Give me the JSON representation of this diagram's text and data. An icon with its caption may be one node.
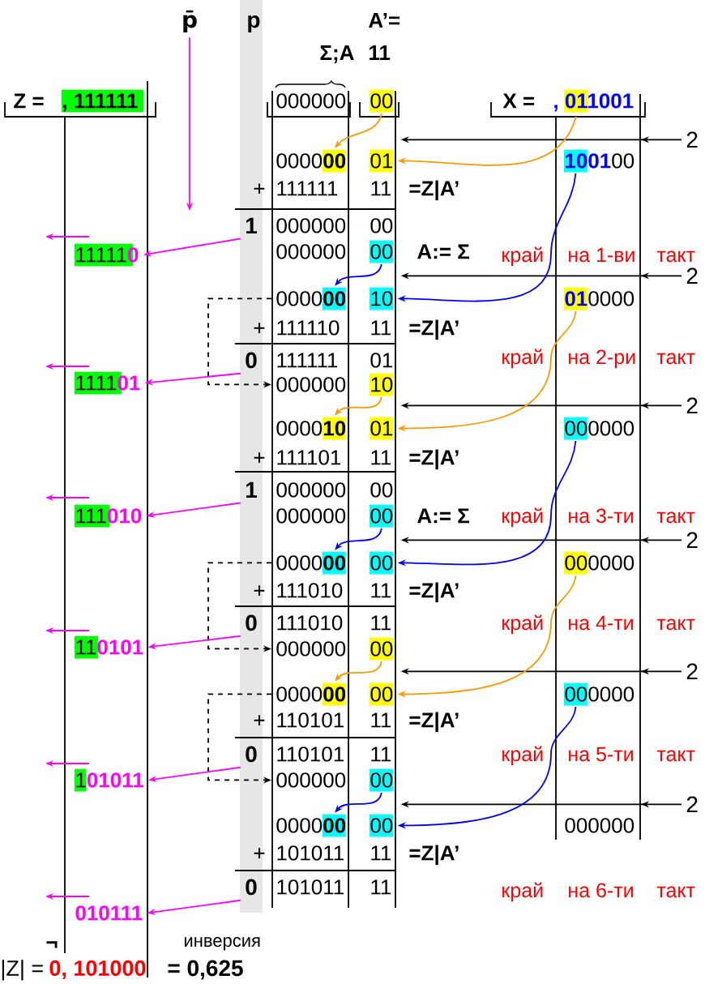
{
  "diagram": {
    "nodes": [
      {
        "text": [
          "p̄"
        ]
      },
      {
        "text": [
          "00"
        ]
      },
      {
        "text": [
          ", 011001"
        ]
      },
      {
        "text": [
          "2"
        ]
      },
      {
        "text": [
          "0000**00**"
        ]
      },
      {
        "text": [
          "01"
        ]
      },
      {
        "text": [
          "**1001**00"
        ]
      },
      {
        "text": [
          "1"
        ]
      },
      {
        "text": [
          "11111**0**"
        ]
      },
      {
        "text": [
          "00"
        ]
      },
      {
        "text": [
          "2"
        ]
      },
      {
        "text": [
          "0000**00**"
        ]
      },
      {
        "text": [
          "10"
        ]
      },
      {
        "text": [
          "**01**0000"
        ]
      },
      {
        "text": [
          "0"
        ]
      },
      {
        "text": [
          "1111**01**"
        ]
      },
      {
        "text": [
          "000000"
        ]
      },
      {
        "text": [
          "10"
        ]
      },
      {
        "text": [
          "2"
        ]
      },
      {
        "text": [
          "0000**10**"
        ]
      },
      {
        "text": [
          "01"
        ]
      },
      {
        "text": [
          "000000"
        ]
      },
      {
        "text": [
          "1"
        ]
      },
      {
        "text": [
          "111**010**"
        ]
      },
      {
        "text": [
          "00"
        ]
      },
      {
        "text": [
          "2"
        ]
      },
      {
        "text": [
          "0000**00**"
        ]
      },
      {
        "text": [
          "00"
        ]
      },
      {
        "text": [
          "000000"
        ]
      },
      {
        "text": [
          "0"
        ]
      },
      {
        "text": [
          "11**0101**"
        ]
      },
      {
        "text": [
          "000000"
        ]
      },
      {
        "text": [
          "00"
        ]
      },
      {
        "text": [
          "2"
        ]
      },
      {
        "text": [
          "0000**00**"
        ]
      },
      {
        "text": [
          "00"
        ]
      },
      {
        "text": [
          "000000"
        ]
      },
      {
        "text": [
          "0"
        ]
      },
      {
        "text": [
          "1**01011**"
        ]
      },
      {
        "text": [
          "000000"
        ]
      },
      {
        "text": [
          "00"
        ]
      },
      {
        "text": [
          "2"
        ]
      },
      {
        "text": [
          "0000**00**"
        ]
      },
      {
        "text": [
          "00"
        ]
      },
      {
        "text": [
          "0"
        ]
      },
      {
        "text": [
          "010111"
        ]
      }
    ],
    "edges": [
      {
        "from": 0,
        "to": null,
        "arrow": "to",
        "color": "#ff00ff"
      },
      {
        "from": 3,
        "to": 5,
        "arrow": "to"
      },
      {
        "from": 10,
        "to": 9,
        "arrow": "to"
      },
      {
        "from": 18,
        "to": 17,
        "arrow": "to"
      },
      {
        "from": 25,
        "to": 27,
        "arrow": "to"
      },
      {
        "from": 33,
        "to": 35,
        "arrow": "to"
      },
      {
        "from": 41,
        "to": 40,
        "arrow": "to"
      },
      {
        "from": 1,
        "to": 4,
        "arrow": "to",
        "color": "#ff9900"
      },
      {
        "from": 2,
        "to": 5,
        "arrow": "to",
        "color": "#ff9900"
      },
      {
        "from": 6,
        "to": 12,
        "arrow": "to",
        "color": "#0000ff"
      },
      {
        "from": 9,
        "to": 11,
        "arrow": "to",
        "color": "#0000ff"
      },
      {
        "from": 13,
        "to": 20,
        "arrow": "to",
        "color": "#ff9900"
      },
      {
        "from": 17,
        "to": 19,
        "arrow": "to",
        "color": "#ff9900"
      },
      {
        "from": 21,
        "to": 27,
        "arrow": "to",
        "color": "#0000ff"
      },
      {
        "from": 24,
        "to": 26,
        "arrow": "to",
        "color": "#0000ff"
      },
      {
        "from": 28,
        "to": 35,
        "arrow": "to",
        "color": "#ff9900"
      },
      {
        "from": 32,
        "to": 34,
        "arrow": "to",
        "color": "#ff9900"
      },
      {
        "from": 36,
        "to": 43,
        "arrow": "to",
        "color": "#0000ff"
      },
      {
        "from": 40,
        "to": 42,
        "arrow": "to",
        "color": "#0000ff"
      },
      {
        "from": 11,
        "to": 16,
        "arrow": "to",
        "style": "dashed"
      },
      {
        "from": 26,
        "to": 31,
        "arrow": "to",
        "style": "dashed"
      },
      {
        "from": 34,
        "to": 39,
        "arrow": "to",
        "style": "dashed"
      },
      {
        "from": 7,
        "to": 8,
        "arrow": "to",
        "color": "#ff00ff"
      },
      {
        "from": 14,
        "to": 15,
        "arrow": "to",
        "color": "#ff00ff"
      },
      {
        "from": 22,
        "to": 23,
        "arrow": "to",
        "color": "#ff00ff"
      },
      {
        "from": 29,
        "to": 30,
        "arrow": "to",
        "color": "#ff00ff"
      },
      {
        "from": 37,
        "to": 38,
        "arrow": "to",
        "color": "#ff00ff"
      },
      {
        "from": 44,
        "to": 45,
        "arrow": "to",
        "color": "#ff00ff"
      }
    ],
    "labels": [
      "p",
      "A’=",
      "Σ;A",
      "11",
      "Z =",
      ", 111111",
      "000000",
      "X =",
      "+",
      "111111",
      "11",
      "=Z|A’",
      "000000",
      "00",
      "000000",
      "A:= Σ",
      "край",
      "на 1-ви",
      "такт",
      "+",
      "111110",
      "11",
      "=Z|A’",
      "111111",
      "01",
      "край",
      "на 2-ри",
      "такт",
      "+",
      "111101",
      "11",
      "=Z|A’",
      "000000",
      "00",
      "000000",
      "A:= Σ",
      "край",
      "на 3-ти",
      "такт",
      "+",
      "111010",
      "11",
      "=Z|A’",
      "111010",
      "11",
      "край",
      "на 4-ти",
      "такт",
      "+",
      "110101",
      "11",
      "=Z|A’",
      "110101",
      "11",
      "край",
      "на 5-ти",
      "такт",
      "000000",
      "+",
      "101011",
      "11",
      "=Z|A’",
      "101011",
      "11",
      "край",
      "на 6-ти",
      "такт",
      "¬",
      "инверсия",
      "|Z| =",
      "0, 101000",
      "= 0,625"
    ]
  }
}
